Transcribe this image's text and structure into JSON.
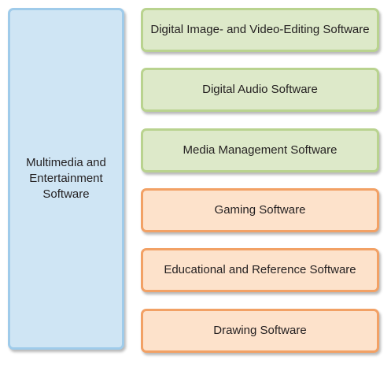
{
  "main": {
    "label": "Multimedia and Entertainment Software"
  },
  "categories": [
    {
      "label": "Digital Image- and Video-Editing Software",
      "color": "#dde9c9"
    },
    {
      "label": "Digital Audio Software",
      "color": "#dde9c9"
    },
    {
      "label": "Media Management Software",
      "color": "#dde9c9"
    },
    {
      "label": "Gaming Software",
      "color": "#fde2cb"
    },
    {
      "label": "Educational and Reference Software",
      "color": "#fde2cb"
    },
    {
      "label": "Drawing Software",
      "color": "#fde2cb"
    }
  ],
  "colors": {
    "main_fill": "#cfe5f4",
    "main_border": "#9fcbea",
    "green_fill": "#dde9c9",
    "green_border": "#b9d38f",
    "orange_fill": "#fde2cb",
    "orange_border": "#f2a165",
    "text": "#231f20"
  }
}
